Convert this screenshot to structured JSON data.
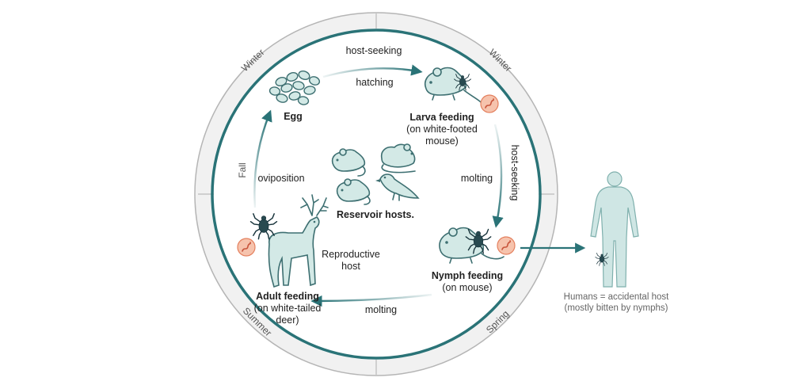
{
  "seasons": {
    "winter_left": "Winter",
    "winter_right": "Winter",
    "fall": "Fall",
    "summer": "Summer",
    "spring": "Spring"
  },
  "stages": {
    "egg": "Egg",
    "larva_title": "Larva feeding",
    "larva_sub1": "(on white-footed",
    "larva_sub2": "mouse)",
    "nymph_title": "Nymph feeding",
    "nymph_sub": "(on mouse)",
    "adult_title": "Adult feeding",
    "adult_sub1": "(on white-tailed",
    "adult_sub2": "deer)"
  },
  "transitions": {
    "host_seeking_top": "host-seeking",
    "hatching": "hatching",
    "host_seeking_right": "host-seeking",
    "molting_right": "molting",
    "molting_bottom": "molting",
    "oviposition": "oviposition"
  },
  "center": {
    "reservoir": "Reservoir hosts.",
    "reproductive_1": "Reproductive",
    "reproductive_2": "host"
  },
  "human": {
    "note_1": "Humans = accidental host",
    "note_2": "(mostly bitten by nymphs)"
  },
  "colors": {
    "teal": "#2a7377",
    "ring_fill": "#f1f1f1",
    "animal_fill": "#d3e9e6",
    "human_fill": "#cfe6e4",
    "bacteria": "#f6c3ad"
  },
  "icons": [
    "tick-icon",
    "bacteria-icon",
    "mouse-icon",
    "deer-icon",
    "bird-icon",
    "human-icon",
    "egg-cluster-icon"
  ]
}
